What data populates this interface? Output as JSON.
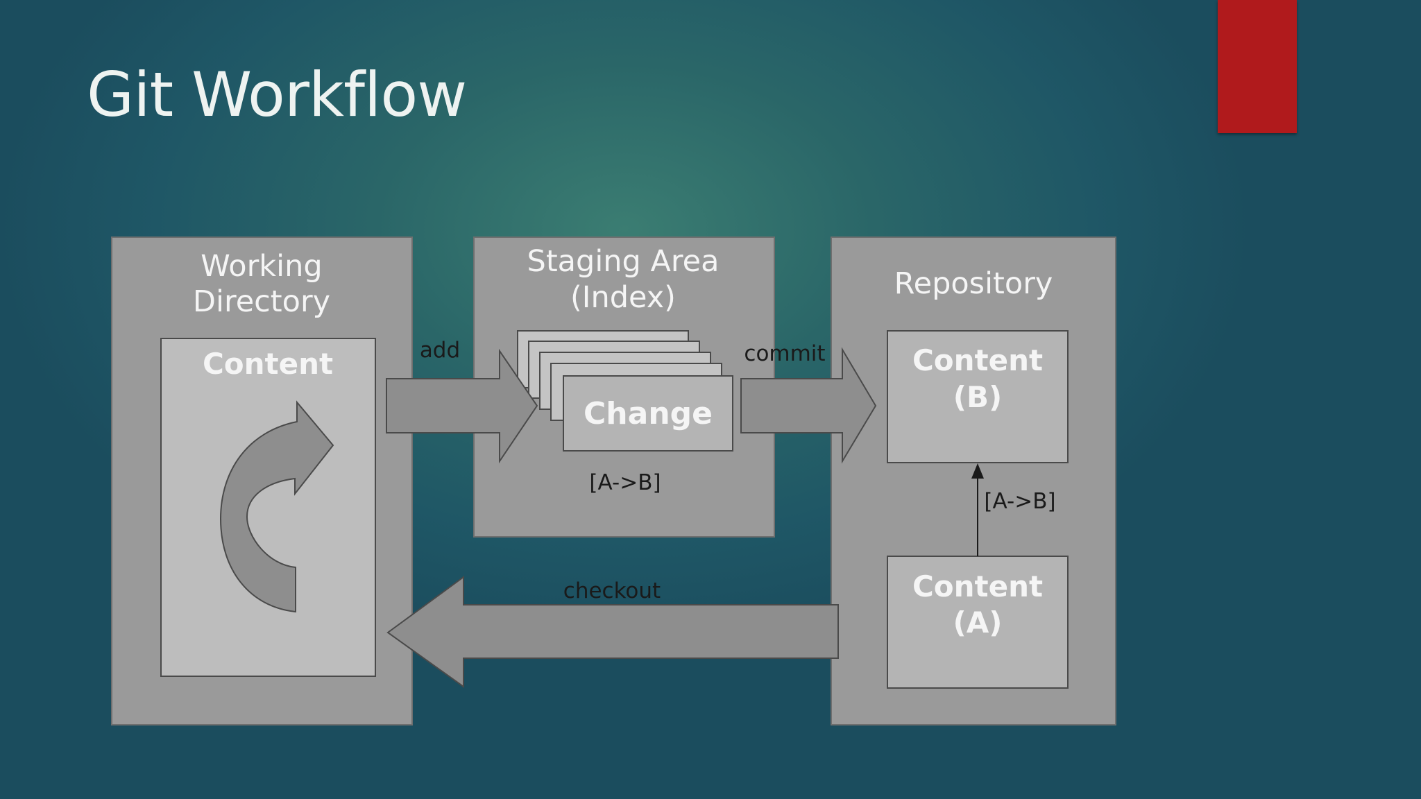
{
  "slide": {
    "title": "Git Workflow"
  },
  "diagram": {
    "working_directory": {
      "title_line1": "Working",
      "title_line2": "Directory",
      "content_label": "Content"
    },
    "staging_area": {
      "title_line1": "Staging Area",
      "title_line2": "(Index)",
      "change_label": "Change",
      "change_annotation": "[A->B]"
    },
    "repository": {
      "title": "Repository",
      "content_b_line1": "Content",
      "content_b_line2": "(B)",
      "content_a_line1": "Content",
      "content_a_line2": "(A)",
      "history_annotation": "[A->B]"
    },
    "edges": {
      "add": "add",
      "commit": "commit",
      "checkout": "checkout"
    }
  },
  "colors": {
    "accent_bar": "#b01a1c",
    "panel": "#9a9a9a",
    "inner_box": "#bdbdbd",
    "arrow": "#8e8e8e"
  }
}
